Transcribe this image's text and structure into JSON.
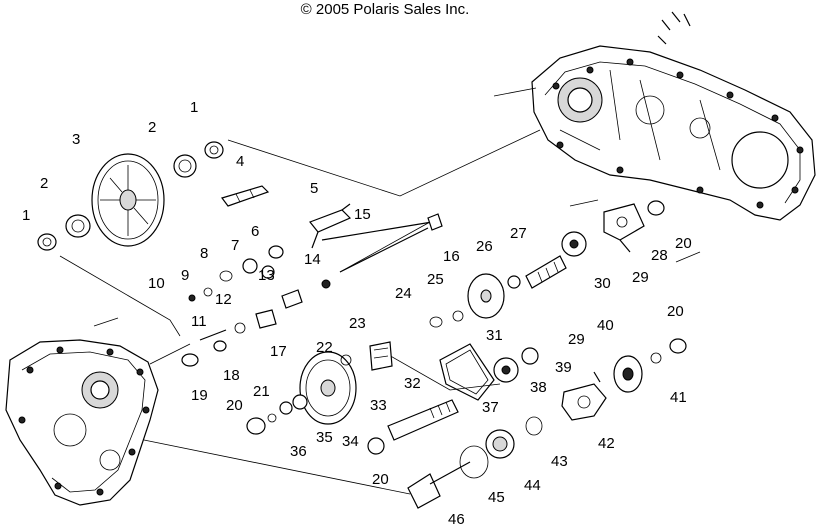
{
  "copyright": "© 2005 Polaris Sales Inc.",
  "callouts": [
    {
      "id": "c1a",
      "label": "1"
    },
    {
      "id": "c1b",
      "label": "1"
    },
    {
      "id": "c2a",
      "label": "2"
    },
    {
      "id": "c2b",
      "label": "2"
    },
    {
      "id": "c3",
      "label": "3"
    },
    {
      "id": "c4",
      "label": "4"
    },
    {
      "id": "c5",
      "label": "5"
    },
    {
      "id": "c6",
      "label": "6"
    },
    {
      "id": "c7",
      "label": "7"
    },
    {
      "id": "c8",
      "label": "8"
    },
    {
      "id": "c9",
      "label": "9"
    },
    {
      "id": "c10",
      "label": "10"
    },
    {
      "id": "c11",
      "label": "11"
    },
    {
      "id": "c12",
      "label": "12"
    },
    {
      "id": "c13",
      "label": "13"
    },
    {
      "id": "c14",
      "label": "14"
    },
    {
      "id": "c15",
      "label": "15"
    },
    {
      "id": "c16",
      "label": "16"
    },
    {
      "id": "c17",
      "label": "17"
    },
    {
      "id": "c18",
      "label": "18"
    },
    {
      "id": "c19",
      "label": "19"
    },
    {
      "id": "c20a",
      "label": "20"
    },
    {
      "id": "c20b",
      "label": "20"
    },
    {
      "id": "c20c",
      "label": "20"
    },
    {
      "id": "c20d",
      "label": "20"
    },
    {
      "id": "c21",
      "label": "21"
    },
    {
      "id": "c22",
      "label": "22"
    },
    {
      "id": "c23",
      "label": "23"
    },
    {
      "id": "c24",
      "label": "24"
    },
    {
      "id": "c25",
      "label": "25"
    },
    {
      "id": "c26",
      "label": "26"
    },
    {
      "id": "c27",
      "label": "27"
    },
    {
      "id": "c28",
      "label": "28"
    },
    {
      "id": "c29a",
      "label": "29"
    },
    {
      "id": "c29b",
      "label": "29"
    },
    {
      "id": "c30",
      "label": "30"
    },
    {
      "id": "c31",
      "label": "31"
    },
    {
      "id": "c32",
      "label": "32"
    },
    {
      "id": "c33",
      "label": "33"
    },
    {
      "id": "c34",
      "label": "34"
    },
    {
      "id": "c35",
      "label": "35"
    },
    {
      "id": "c36",
      "label": "36"
    },
    {
      "id": "c37",
      "label": "37"
    },
    {
      "id": "c38",
      "label": "38"
    },
    {
      "id": "c39",
      "label": "39"
    },
    {
      "id": "c40",
      "label": "40"
    },
    {
      "id": "c41",
      "label": "41"
    },
    {
      "id": "c42",
      "label": "42"
    },
    {
      "id": "c43",
      "label": "43"
    },
    {
      "id": "c44",
      "label": "44"
    },
    {
      "id": "c45",
      "label": "45"
    },
    {
      "id": "c46",
      "label": "46"
    }
  ]
}
